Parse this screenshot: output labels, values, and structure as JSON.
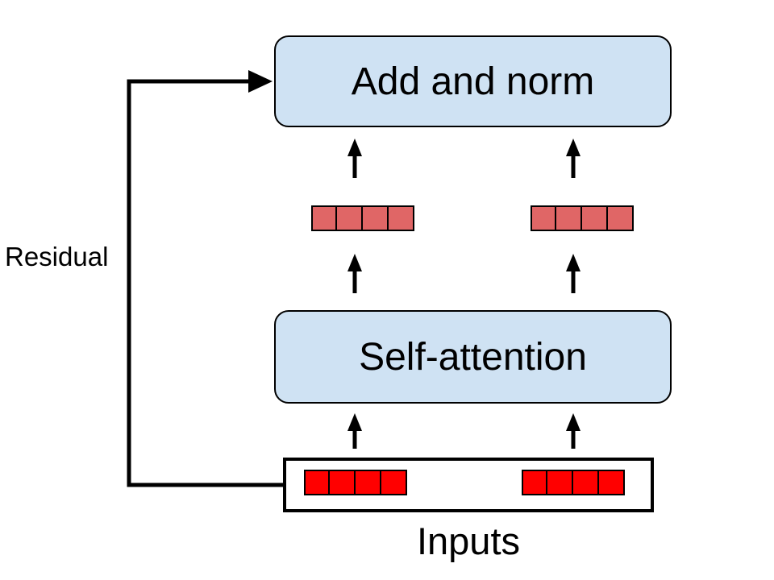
{
  "diagram": {
    "boxes": {
      "add_norm": {
        "label": "Add and norm"
      },
      "self_attention": {
        "label": "Self-attention"
      }
    },
    "annotations": {
      "residual": "Residual",
      "inputs": "Inputs"
    },
    "vectors": {
      "hidden_groups": 2,
      "hidden_cells_per_group": 4,
      "input_groups": 2,
      "input_cells_per_group": 4
    },
    "colors": {
      "background": "#ffffff",
      "box_fill": "#cfe2f3",
      "box_border": "#000000",
      "hidden_vector_fill": "#e06666",
      "input_vector_fill": "#ff0000",
      "input_box_border": "#000000",
      "arrow": "#000000"
    }
  }
}
